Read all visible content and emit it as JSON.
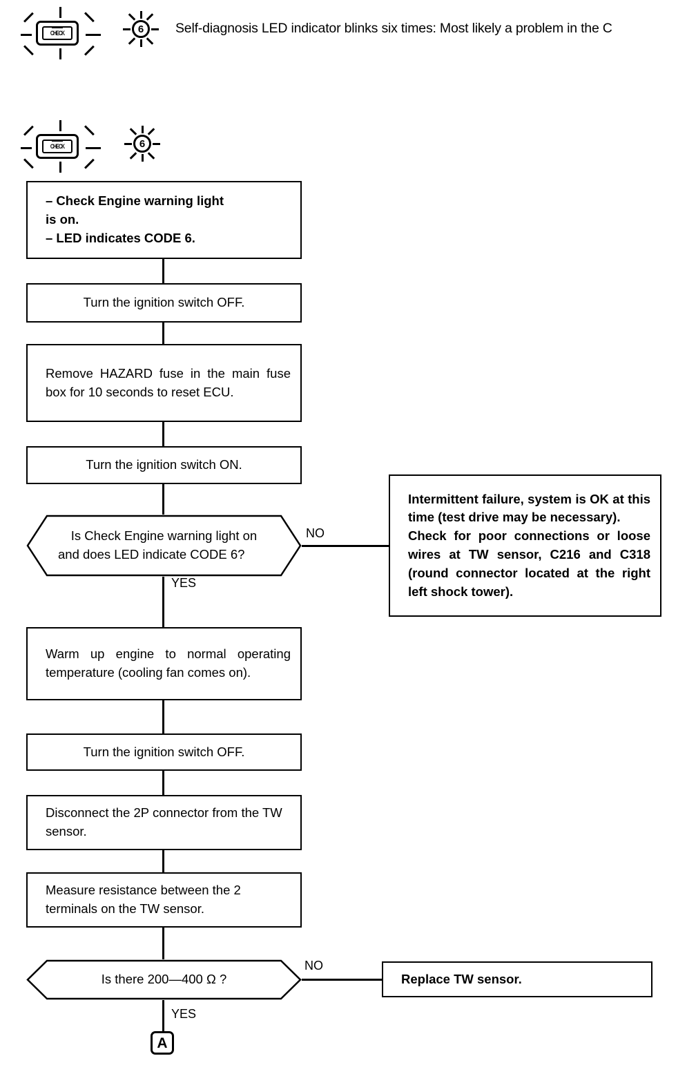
{
  "header": {
    "check_engine_icon_label": "CHECK",
    "led_code": "6",
    "text": "Self-diagnosis LED indicator blinks six times: Most likely a problem in the C"
  },
  "diagram": {
    "top_icons": {
      "check_engine_icon_label": "CHECK",
      "led_code": "6"
    },
    "nodes": [
      {
        "id": "start",
        "type": "process",
        "bold": true,
        "lines": [
          "– Check Engine warning light",
          "   is on.",
          "– LED indicates CODE 6."
        ]
      },
      {
        "id": "ign-off-1",
        "type": "process",
        "text": "Turn the ignition switch OFF."
      },
      {
        "id": "remove-fuse",
        "type": "process",
        "text": "Remove HAZARD fuse in the main fuse box for 10 seconds to reset ECU."
      },
      {
        "id": "ign-on",
        "type": "process",
        "text": "Turn the ignition switch ON."
      },
      {
        "id": "decision-code6",
        "type": "decision",
        "line1": "Is Check Engine warning light on",
        "line2": "and does LED indicate CODE 6?",
        "yes_label": "YES",
        "no_label": "NO"
      },
      {
        "id": "intermittent",
        "type": "process",
        "bold": true,
        "paragraphs": [
          "Intermittent failure, system is OK at this time (test drive may be necessary).",
          "Check for poor connections or loose wires at TW sensor, C216 and C318 (round connector located at the right left shock tower)."
        ]
      },
      {
        "id": "warm-up",
        "type": "process",
        "text": "Warm up engine to normal operating temperature (cooling fan comes on)."
      },
      {
        "id": "ign-off-2",
        "type": "process",
        "text": "Turn the ignition switch OFF."
      },
      {
        "id": "disconnect-2p",
        "type": "process",
        "text": "Disconnect the 2P connector from the TW sensor."
      },
      {
        "id": "measure-resistance",
        "type": "process",
        "text": "Measure resistance between the 2 terminals on the TW sensor."
      },
      {
        "id": "decision-resistance",
        "type": "decision",
        "line1": "Is there 200—400 Ω ?",
        "yes_label": "YES",
        "no_label": "NO"
      },
      {
        "id": "replace-sensor",
        "type": "process",
        "bold": true,
        "text": "Replace TW sensor."
      },
      {
        "id": "connector-a",
        "type": "connector",
        "text": "A"
      }
    ]
  }
}
